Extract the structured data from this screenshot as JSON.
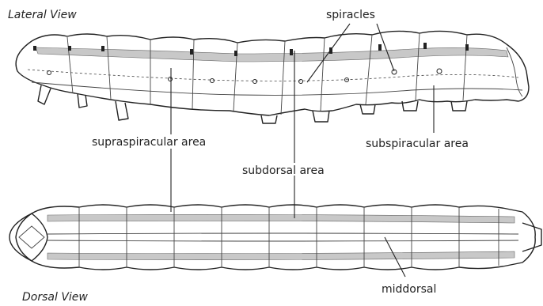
{
  "labels": {
    "lateral_view": "Lateral View",
    "dorsal_view": "Dorsal View",
    "spiracles": "spiracles",
    "supraspiracular_area": "supraspiracular area",
    "subspiracular_area": "subspiracular area",
    "subdorsal_area": "subdorsal area",
    "middorsal": "middorsal"
  },
  "colors": {
    "ink": "#222222",
    "shading": "#c8c8c8",
    "background": "#ffffff"
  }
}
